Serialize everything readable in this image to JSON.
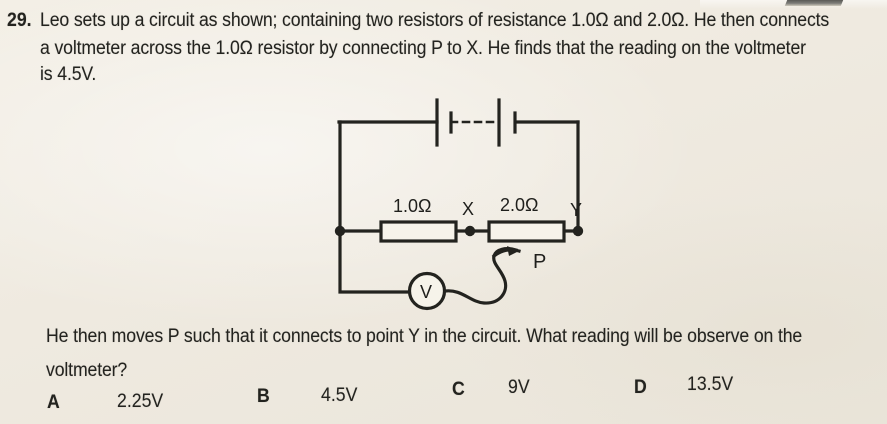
{
  "question": {
    "number": "29.",
    "line1": "Leo sets up a circuit as shown; containing two resistors of resistance 1.0Ω and 2.0Ω. He then connects",
    "line2": "a voltmeter across the 1.0Ω resistor by connecting P to X. He finds that the reading on the voltmeter",
    "line3": "is 4.5V.",
    "line4": "He then moves P such that it connects to point Y in the circuit. What reading will be observe on the",
    "line5": "voltmeter?"
  },
  "options": [
    {
      "label": "A",
      "value": "2.25V"
    },
    {
      "label": "B",
      "value": "4.5V"
    },
    {
      "label": "C",
      "value": "9V"
    },
    {
      "label": "D",
      "value": "13.5V"
    }
  ],
  "circuit": {
    "resistor1_label": "1.0Ω",
    "resistor2_label": "2.0Ω",
    "node_x_label": "X",
    "node_y_label": "Y",
    "probe_label": "P",
    "voltmeter_label": "V",
    "line_color": "#23231f"
  }
}
